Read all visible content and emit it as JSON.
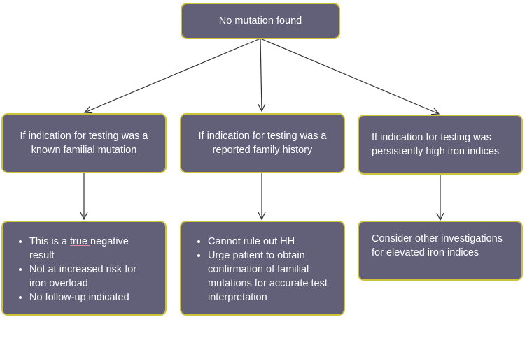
{
  "root": {
    "label": "No mutation  found"
  },
  "branches": [
    {
      "condition": "If indication for testing was a known familial mutation",
      "outcome": {
        "bullets": [
          {
            "pre": "This is a ",
            "underlined": "true ",
            "post": "negative result"
          },
          {
            "pre": "Not at increased risk for iron overload",
            "underlined": "",
            "post": ""
          },
          {
            "pre": "No follow-up indicated",
            "underlined": "",
            "post": ""
          }
        ]
      }
    },
    {
      "condition": "If indication for testing was a reported family history",
      "outcome": {
        "bullets": [
          {
            "pre": "Cannot rule out HH",
            "underlined": "",
            "post": ""
          },
          {
            "pre": "Urge patient to obtain confirmation of familial mutations for accurate test interpretation",
            "underlined": "",
            "post": ""
          }
        ]
      }
    },
    {
      "condition": "If indication for testing was persistently high iron indices",
      "outcome": {
        "text": "Consider other investigations for elevated iron indices"
      }
    }
  ],
  "colors": {
    "box_fill": "#625f79",
    "box_border": "#cdc33a",
    "text": "#ffffff",
    "arrow": "#333333"
  }
}
